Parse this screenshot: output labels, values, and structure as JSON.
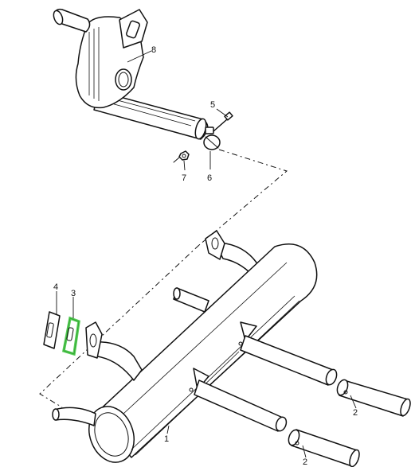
{
  "highlight_color": "#3cc63c",
  "callouts": {
    "p1": "1",
    "p2a": "2",
    "p2b": "2",
    "p3": "3",
    "p4": "4",
    "p5": "5",
    "p6": "6",
    "p7": "7",
    "p8": "8"
  }
}
